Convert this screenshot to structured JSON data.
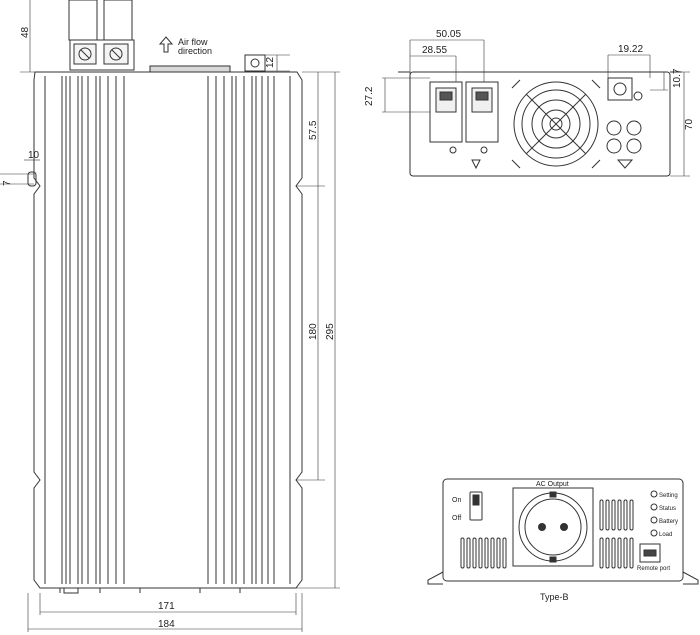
{
  "top_view": {
    "airflow_label_line1": "Air flow",
    "airflow_label_line2": "direction",
    "dim_48": "48",
    "dim_12": "12",
    "dim_57_5": "57.5",
    "dim_180": "180",
    "dim_295": "295",
    "dim_10": "10",
    "dim_7": "7",
    "dim_171": "171",
    "dim_184": "184"
  },
  "rear_view": {
    "dim_50_05": "50.05",
    "dim_28_55": "28.55",
    "dim_19_22": "19.22",
    "dim_27_2": "27.2",
    "dim_10_7": "10.7",
    "dim_70": "70"
  },
  "front_view": {
    "ac_output": "AC Output",
    "on": "On",
    "off": "Off",
    "setting": "Setting",
    "status": "Status",
    "battery": "Battery",
    "load": "Load",
    "remote_port": "Remote port",
    "type_label": "Type-B"
  },
  "colors": {
    "line": "#333333",
    "fin_fill": "#e8e8e8"
  }
}
